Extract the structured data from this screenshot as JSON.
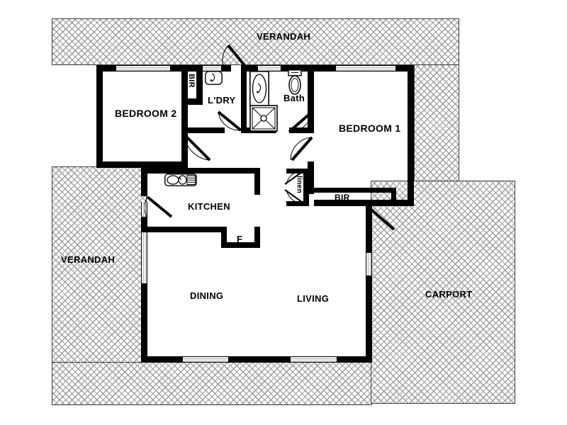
{
  "plan": {
    "title": "Residential Floor Plan",
    "line_color": "#000000",
    "hatch_color": "#9a9a9a",
    "background": "#ffffff"
  },
  "outdoor_areas": [
    {
      "id": "verandah-top",
      "label": "VERANDAH"
    },
    {
      "id": "verandah-left",
      "label": "VERANDAH"
    },
    {
      "id": "verandah-bottom",
      "label": ""
    },
    {
      "id": "carport",
      "label": "CARPORT"
    }
  ],
  "rooms": [
    {
      "id": "bedroom-2",
      "label": "BEDROOM 2"
    },
    {
      "id": "bedroom-1",
      "label": "BEDROOM 1"
    },
    {
      "id": "laundry",
      "label": "L'DRY"
    },
    {
      "id": "bath",
      "label": "Bath"
    },
    {
      "id": "kitchen",
      "label": "KITCHEN"
    },
    {
      "id": "dining",
      "label": "DINING"
    },
    {
      "id": "living",
      "label": "LIVING"
    }
  ],
  "storage": [
    {
      "id": "bir-bedroom2",
      "label": "BIR"
    },
    {
      "id": "bir-bedroom1",
      "label": "BIR"
    },
    {
      "id": "linen",
      "label": "linen"
    }
  ],
  "appliances": [
    {
      "id": "fridge",
      "label": "F"
    },
    {
      "id": "sink",
      "label": ""
    },
    {
      "id": "bathtub",
      "label": ""
    },
    {
      "id": "toilet",
      "label": ""
    },
    {
      "id": "shower",
      "label": ""
    },
    {
      "id": "basin",
      "label": ""
    }
  ],
  "labels": {
    "verandah_top": "VERANDAH",
    "verandah_left": "VERANDAH",
    "carport": "CARPORT",
    "bedroom_2": "BEDROOM 2",
    "bedroom_1": "BEDROOM 1",
    "laundry": "L'DRY",
    "bath": "Bath",
    "kitchen": "KITCHEN",
    "dining": "DINING",
    "living": "LIVING",
    "bir_bedroom2": "BIR",
    "bir_bedroom1": "BIR",
    "linen": "linen",
    "fridge": "F"
  }
}
